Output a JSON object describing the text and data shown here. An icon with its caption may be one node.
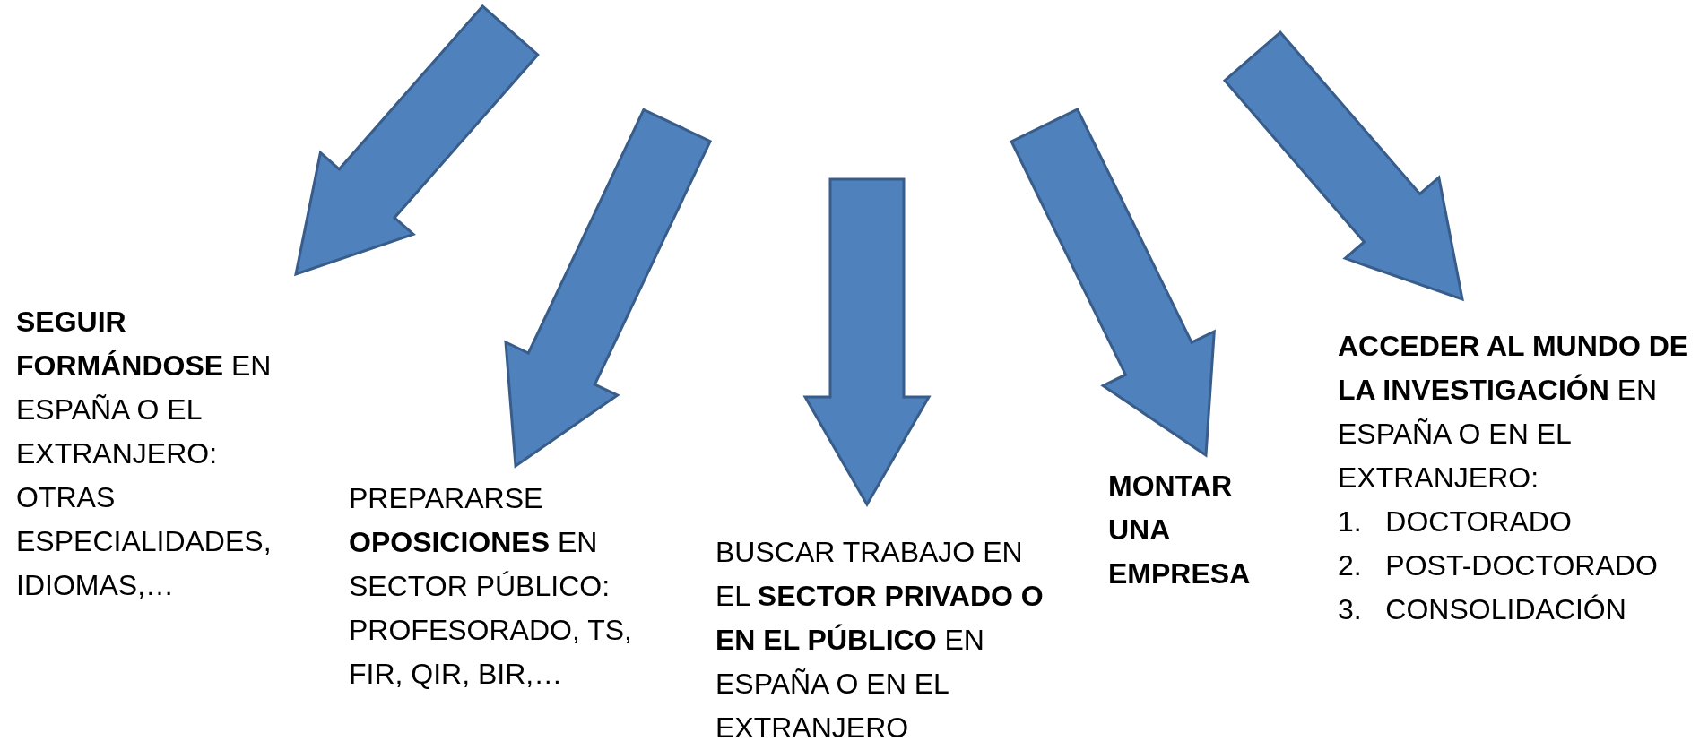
{
  "diagram": {
    "nodes": [
      {
        "text": [
          "**SEGUIR FORMÁNDOSE** EN ESPAÑA O EL EXTRANJERO: OTRAS ESPECIALIDADES, IDIOMAS,…"
        ]
      },
      {
        "text": [
          "PREPARARSE **OPOSICIONES** EN SECTOR PÚBLICO: PROFESORADO, TS, FIR, QIR, BIR,…"
        ]
      },
      {
        "text": [
          "BUSCAR TRABAJO EN EL **SECTOR PRIVADO O EN EL PÚBLICO** EN ESPAÑA O EN EL EXTRANJERO"
        ]
      },
      {
        "text": [
          "MONTAR UNA EMPRESA"
        ]
      },
      {
        "text": [
          "**ACCEDER AL MUNDO DE LA INVESTIGACIÓN** EN ESPAÑA O EN EL EXTRANJERO:",
          "1.\tDOCTORADO",
          "2.\tPOST-DOCTORADO",
          "3.\tCONSOLIDACIÓN"
        ]
      }
    ],
    "edges": [
      {
        "from": null,
        "to": 0,
        "arrow": "to"
      },
      {
        "from": null,
        "to": 1,
        "arrow": "to"
      },
      {
        "from": null,
        "to": 2,
        "arrow": "to"
      },
      {
        "from": null,
        "to": 3,
        "arrow": "to"
      },
      {
        "from": null,
        "to": 4,
        "arrow": "to"
      }
    ]
  }
}
